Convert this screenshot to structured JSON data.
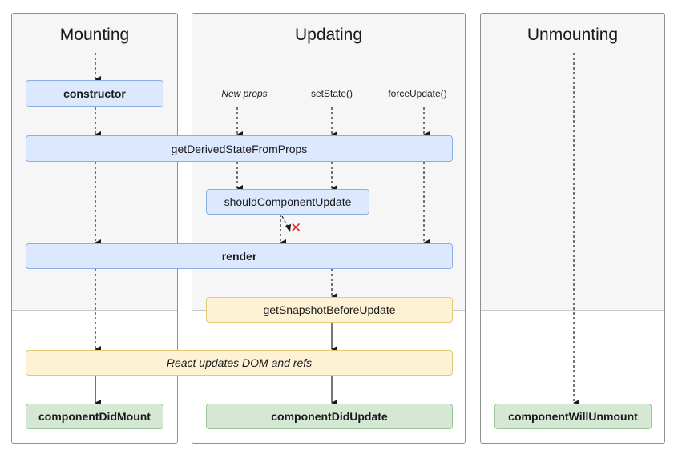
{
  "phases": {
    "mounting": {
      "title": "Mounting"
    },
    "updating": {
      "title": "Updating"
    },
    "unmounting": {
      "title": "Unmounting"
    }
  },
  "triggers": {
    "new_props": "New props",
    "set_state": "setState()",
    "force_update": "forceUpdate()"
  },
  "nodes": {
    "constructor": "constructor",
    "get_derived_state_from_props": "getDerivedStateFromProps",
    "should_component_update": "shouldComponentUpdate",
    "render": "render",
    "get_snapshot_before_update": "getSnapshotBeforeUpdate",
    "react_updates_dom": "React updates DOM and refs",
    "component_did_mount": "componentDidMount",
    "component_did_update": "componentDidUpdate",
    "component_will_unmount": "componentWillUnmount"
  },
  "blocked_marker": "✕",
  "colors": {
    "render_phase": "#dbe8fd",
    "pre_commit_phase": "#fdf2d4",
    "commit_phase": "#d5e8d4",
    "blocked": "#e8242c"
  }
}
